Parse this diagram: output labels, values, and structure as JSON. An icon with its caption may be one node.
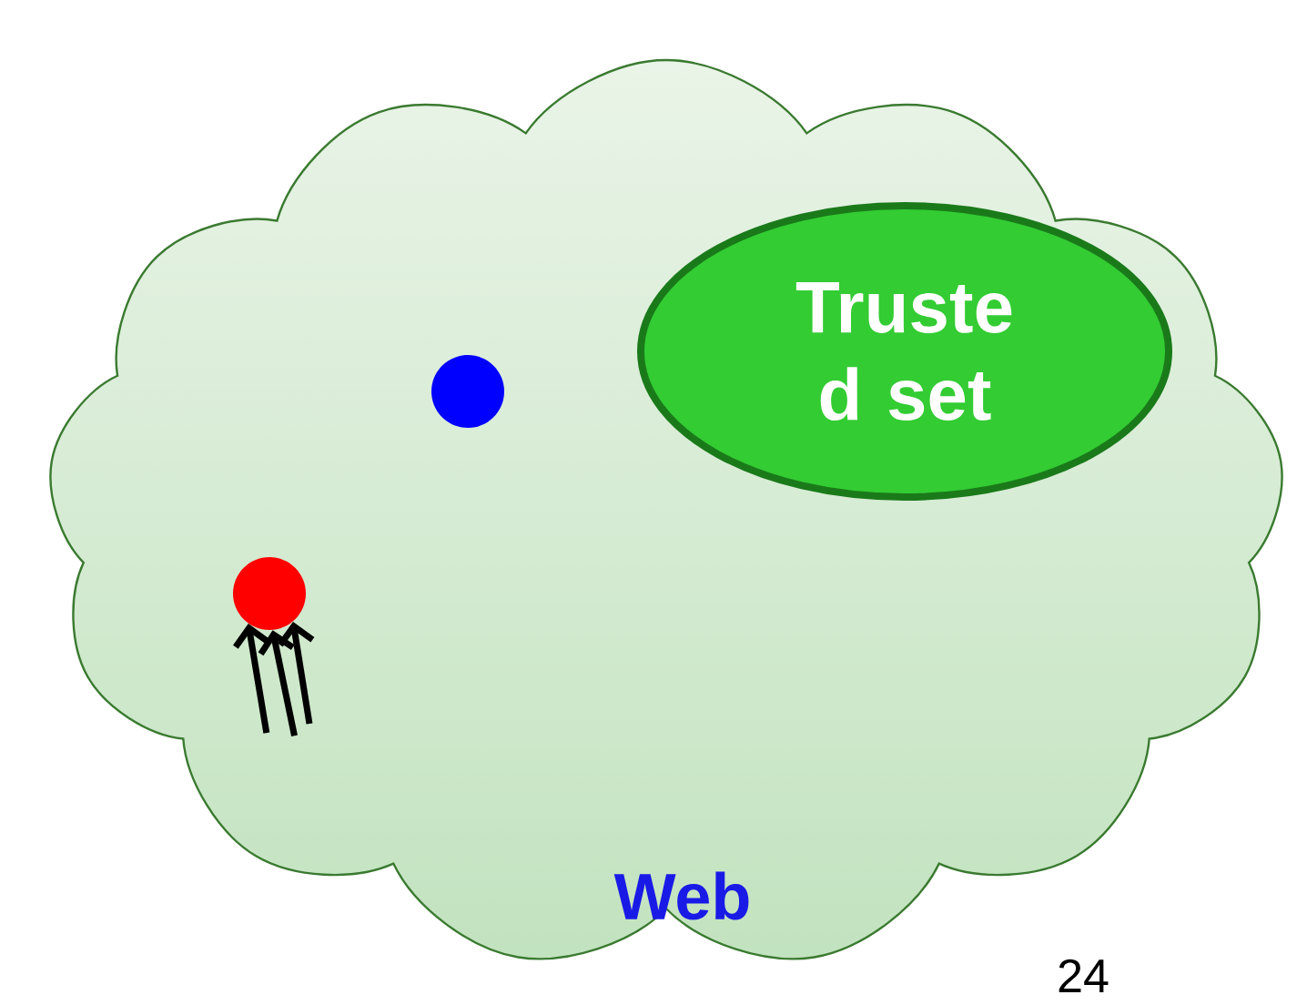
{
  "diagram": {
    "nodes": [
      {
        "text": [
          "Web"
        ]
      },
      {
        "text": [
          "Truste d set"
        ],
        "in": 0
      },
      {
        "text": [],
        "shape": "circle",
        "in": 0
      },
      {
        "text": [],
        "shape": "circle",
        "in": 0
      }
    ],
    "edges": [
      {
        "from": null,
        "to": 3,
        "arrow": "to"
      },
      {
        "from": null,
        "to": 3,
        "arrow": "to"
      },
      {
        "from": null,
        "to": 3,
        "arrow": "to"
      }
    ],
    "labels": [
      "24"
    ]
  }
}
